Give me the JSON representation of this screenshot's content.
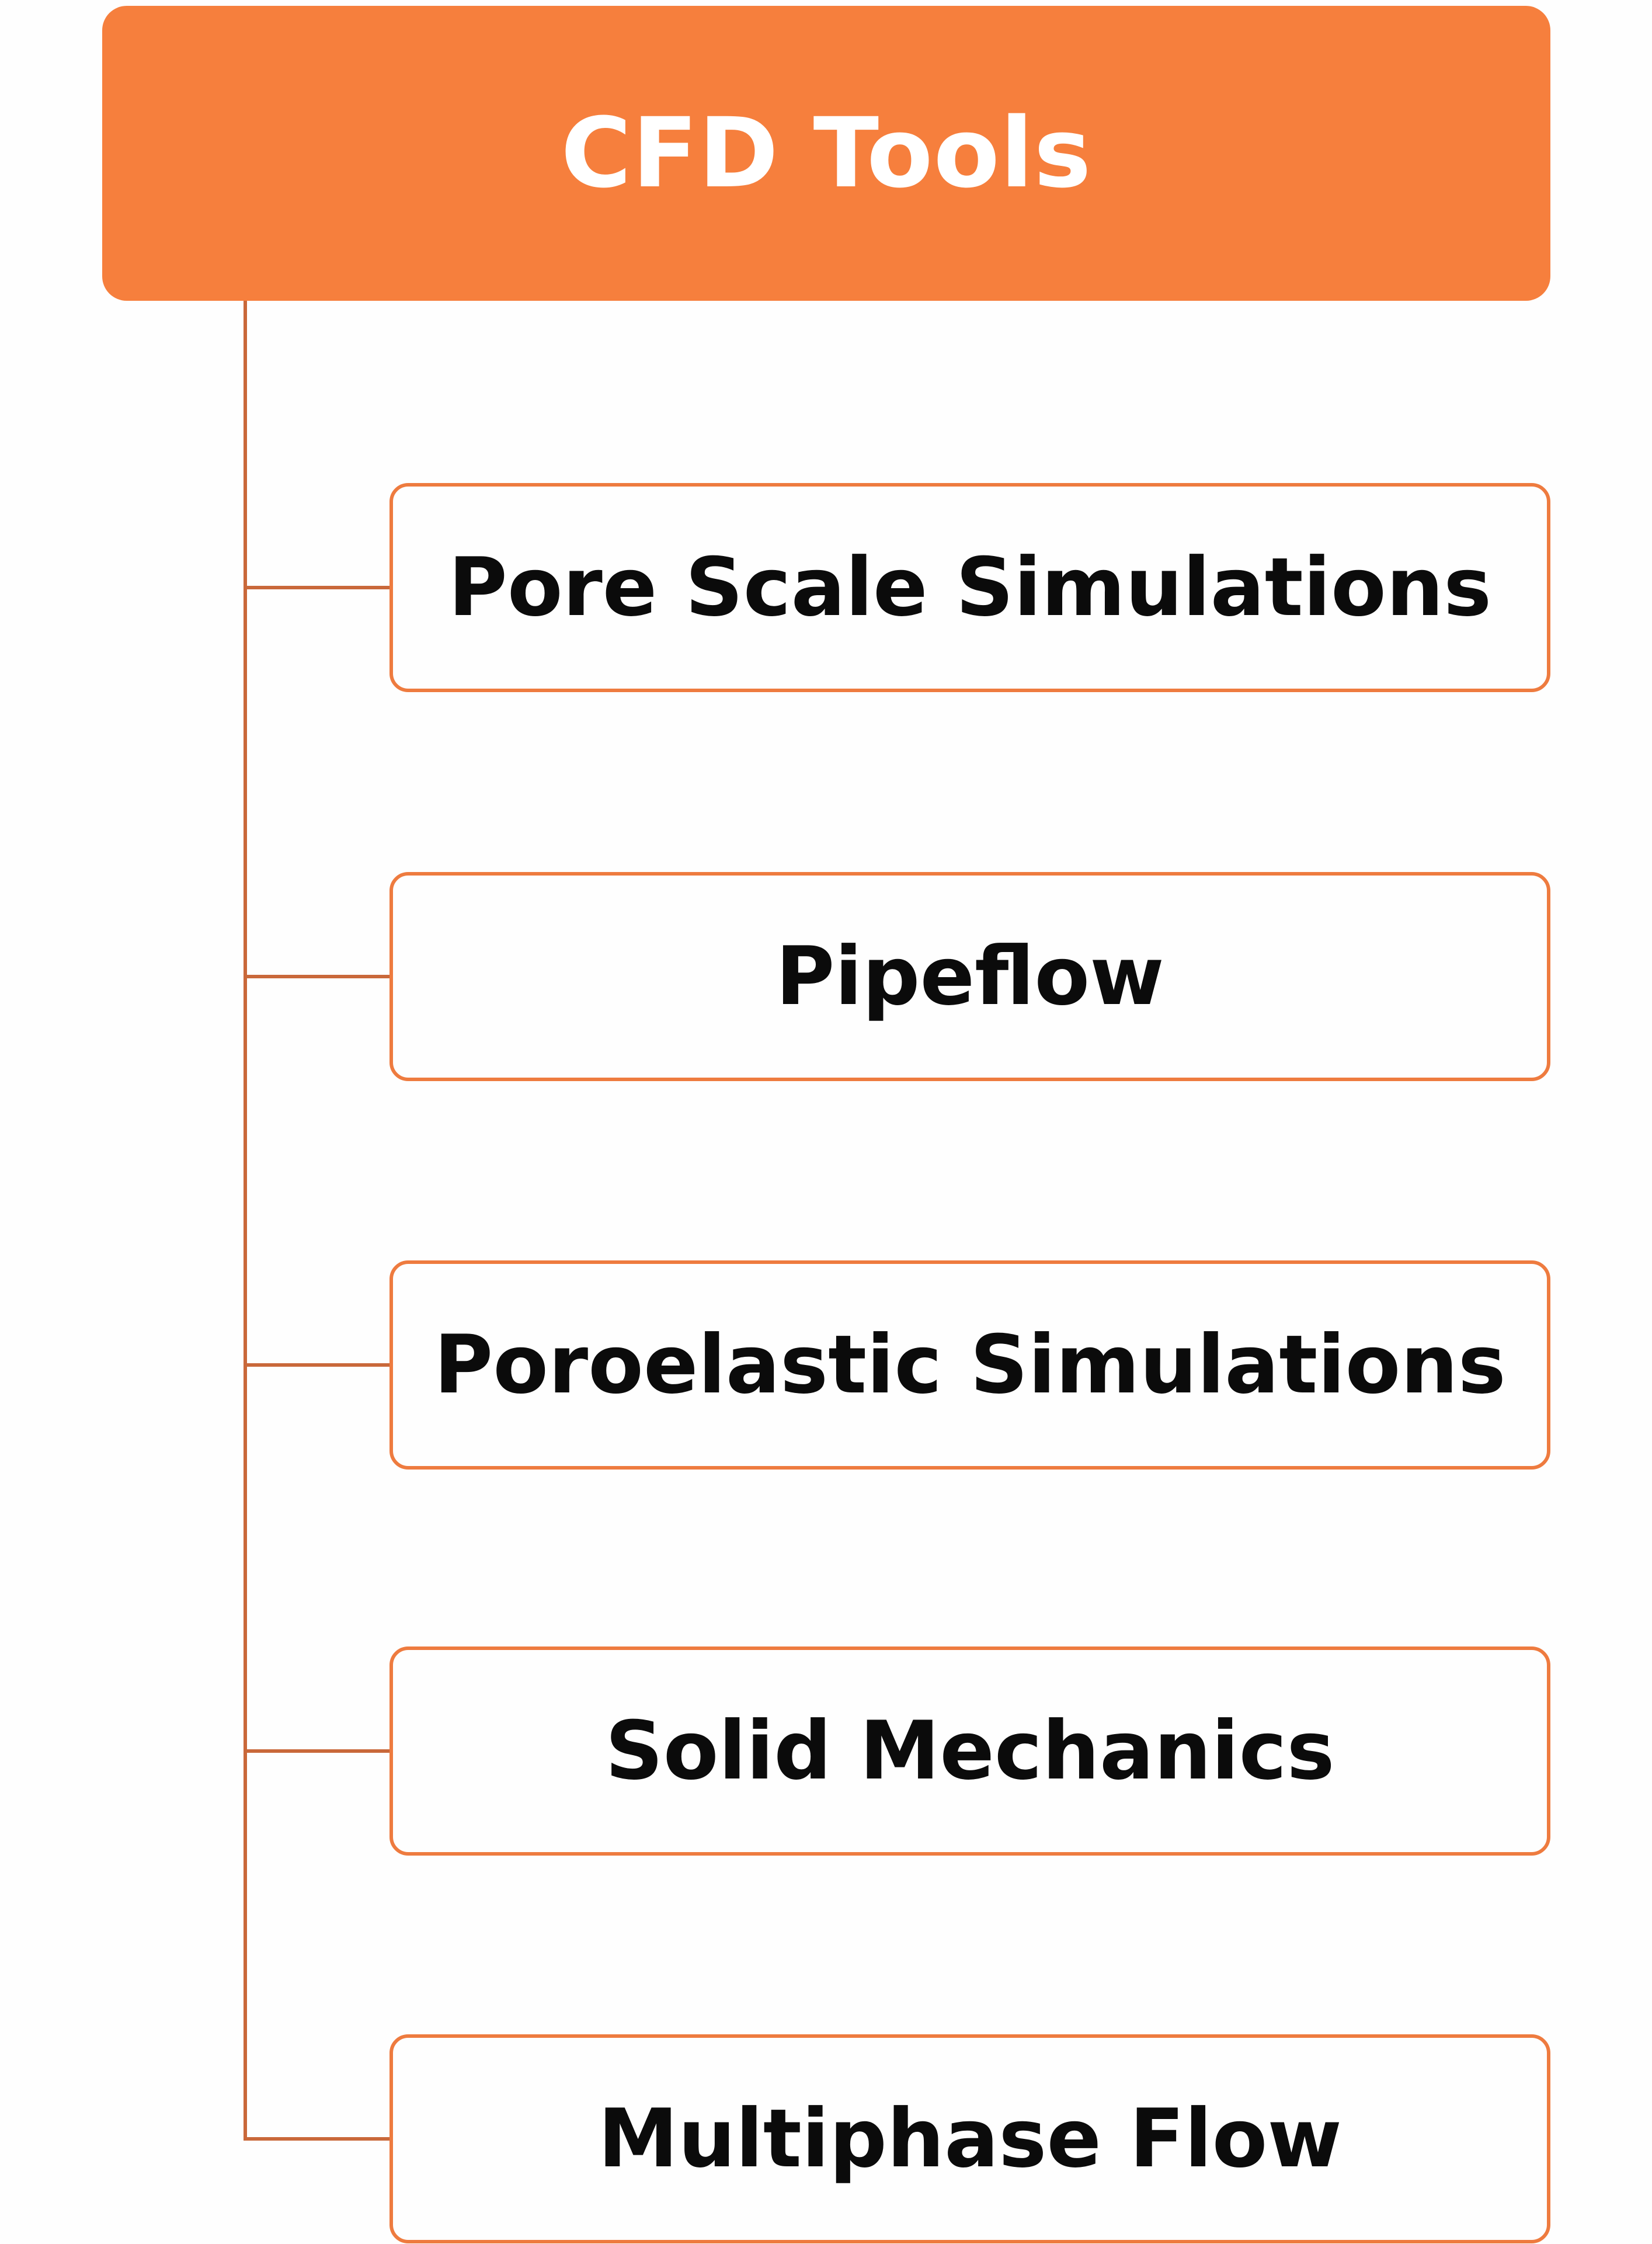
{
  "colors": {
    "root_fill": "#F67F3D",
    "root_text": "#FFFFFF",
    "box_border": "#EE7B3F",
    "connector": "#C9683A",
    "item_text": "#0B0B0B",
    "background": "#FEFEFE"
  },
  "root": {
    "title": "CFD Tools"
  },
  "children": [
    {
      "label": "Pore Scale Simulations"
    },
    {
      "label": "Pipeflow"
    },
    {
      "label": "Poroelastic Simulations"
    },
    {
      "label": "Solid Mechanics"
    },
    {
      "label": "Multiphase Flow"
    }
  ]
}
